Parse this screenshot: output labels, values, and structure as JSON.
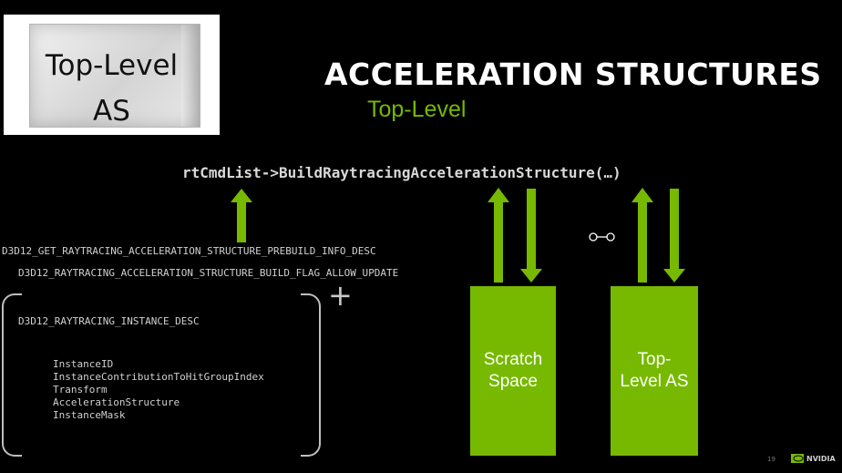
{
  "thumbnail": {
    "line1": "Top-Level",
    "line2": "AS"
  },
  "header": {
    "title": "ACCELERATION STRUCTURES",
    "subtitle": "Top-Level"
  },
  "code": {
    "call": "rtCmdList->BuildRaytracingAccelerationStructure(…)",
    "prebuild_desc": "D3D12_GET_RAYTRACING_ACCELERATION_STRUCTURE_PREBUILD_INFO_DESC",
    "build_flag": "D3D12_RAYTRACING_ACCELERATION_STRUCTURE_BUILD_FLAG_ALLOW_UPDATE",
    "instance_desc": "D3D12_RAYTRACING_INSTANCE_DESC",
    "instance_fields": [
      "InstanceID",
      "InstanceContributionToHitGroupIndex",
      "Transform",
      "AccelerationStructure",
      "InstanceMask"
    ]
  },
  "plus_symbol": "+",
  "boxes": {
    "scratch": {
      "line1": "Scratch",
      "line2": "Space"
    },
    "tlas": {
      "line1": "Top-",
      "line2": "Level AS"
    }
  },
  "footer": {
    "page_number": "19",
    "logo_text": "NVIDIA"
  },
  "colors": {
    "accent": "#76b900",
    "background": "#000000",
    "code": "#d0d0d0"
  },
  "icons": [
    "up-arrow-icon",
    "down-arrow-icon",
    "link-icon",
    "nvidia-logo-icon"
  ]
}
